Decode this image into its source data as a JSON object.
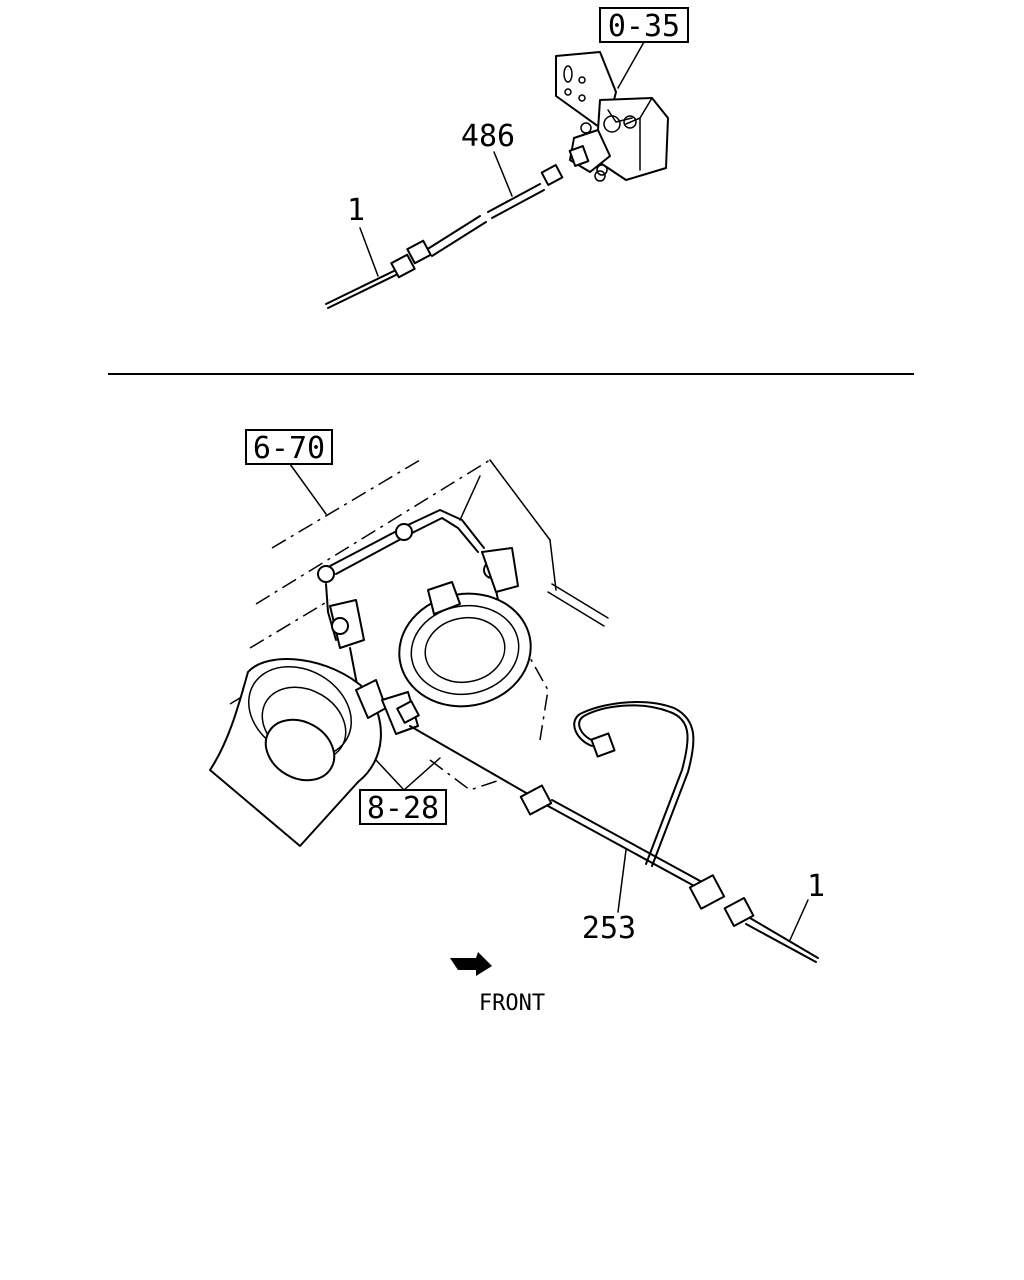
{
  "top_section": {
    "ref_box": "0-35",
    "part_486": "486",
    "part_1": "1"
  },
  "bottom_section": {
    "ref_box_frame": "6-70",
    "ref_box_horn": "8-28",
    "part_253": "253",
    "part_1": "1",
    "front_label": "FRONT"
  },
  "icons": {
    "front_arrow": "arrow-right-down-icon"
  }
}
